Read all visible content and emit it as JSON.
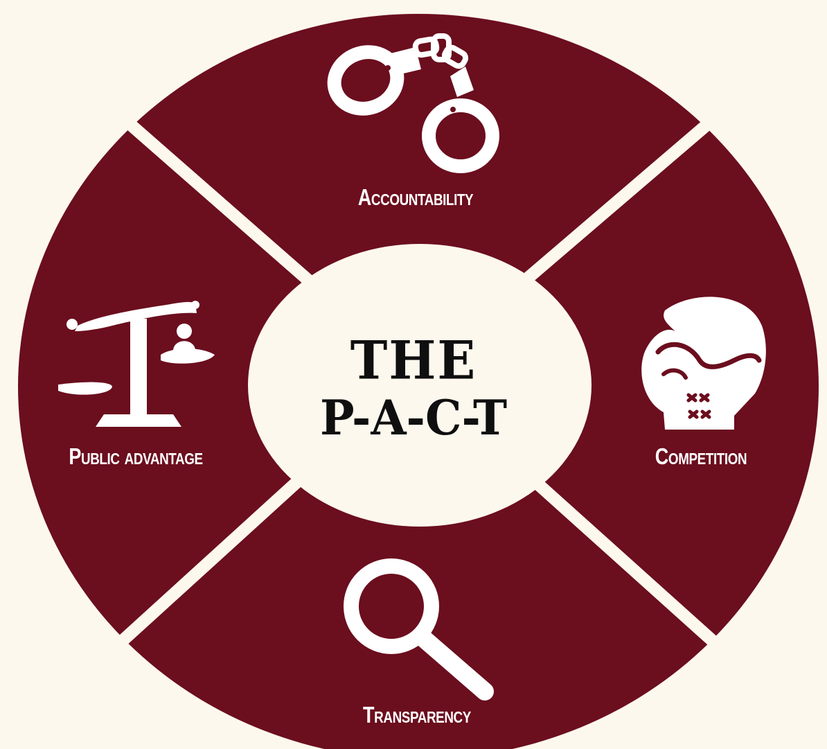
{
  "colors": {
    "background": "#fdf8ee",
    "segment": "#6b0e1e",
    "center": "#fdf8ee",
    "icon": "#ffffff",
    "title": "#0f0f0f"
  },
  "center": {
    "line1": "THE",
    "line2": "P-A-C-T"
  },
  "segments": [
    {
      "label": "Accountability",
      "icon": "handcuffs-icon"
    },
    {
      "label": "Competition",
      "icon": "boxing-glove-icon"
    },
    {
      "label": "Transparency",
      "icon": "magnifying-glass-icon"
    },
    {
      "label": "Public advantage",
      "icon": "scales-icon"
    }
  ]
}
